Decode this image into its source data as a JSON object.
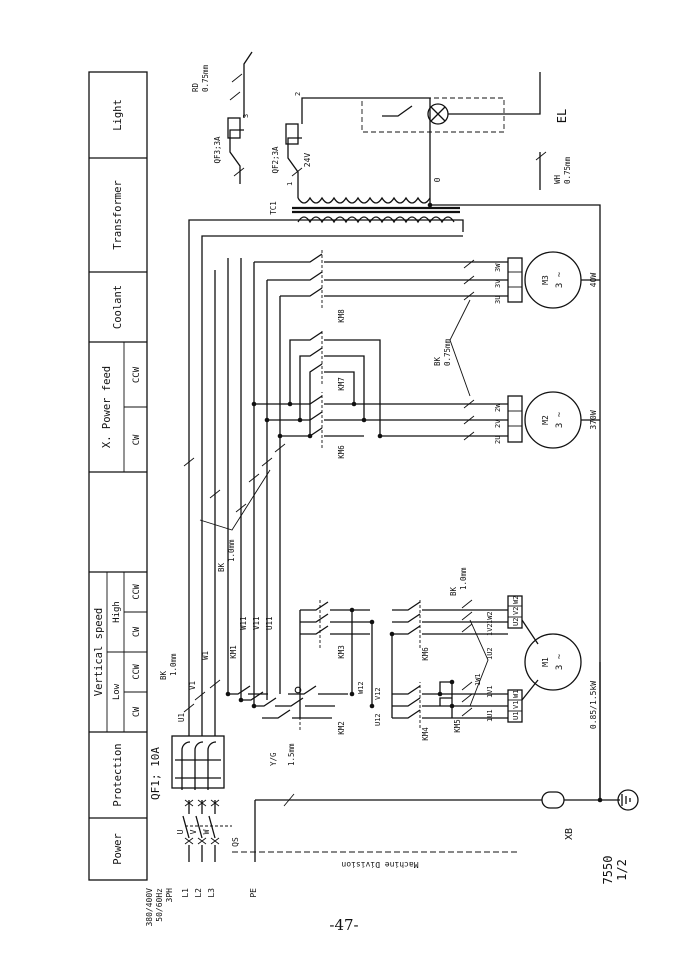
{
  "header_sections": [
    "Power",
    "Protection",
    "Vertical speed",
    "X. Power feed",
    "Coolant",
    "Transformer",
    "Light"
  ],
  "vertical_speed": {
    "low": "Low",
    "high": "High",
    "cw": "CW",
    "ccw": "CCW"
  },
  "power_feed": {
    "cw": "CW",
    "ccw": "CCW"
  },
  "supply": {
    "voltage": "380/400V",
    "frequency": "50/60Hz",
    "phase": "3PH"
  },
  "lines": [
    "L1",
    "L2",
    "L3"
  ],
  "pe": "PE",
  "phases": [
    "U",
    "V",
    "W"
  ],
  "qs": "QS",
  "qf1": "QF1; 10A",
  "yg_wire": "Y/G",
  "yg_size": "1.5mm",
  "machine_division": "Machine Division",
  "xb": "XB",
  "drawing_no": "7550",
  "sheet": "1/2",
  "page_number": "-47-",
  "wires": {
    "bk": "BK",
    "size_10": "1.0mm",
    "size_075": "0.75mm",
    "rd": "RD",
    "wh": "WH",
    "terminals_left": [
      "U1",
      "V1",
      "W1"
    ],
    "terminals_mid": [
      "U11",
      "V11",
      "W11"
    ],
    "motor1_links": [
      "U12",
      "V12",
      "W12"
    ]
  },
  "contactors": [
    "KM1",
    "KM2",
    "KM3",
    "KM4",
    "KM5",
    "KM6",
    "KM7",
    "KM8"
  ],
  "motors": [
    {
      "id": "M1",
      "phase": "3 ~",
      "rating": "0.85/1.5kW",
      "terminals": [
        "U1",
        "V1",
        "W1",
        "U2",
        "V2",
        "W2"
      ],
      "links": [
        "1U1",
        "1V1",
        "1W1",
        "1U2",
        "1V2",
        "1W2"
      ]
    },
    {
      "id": "M2",
      "phase": "3 ~",
      "rating": "370W",
      "terminals": [
        "2U",
        "2V",
        "2W"
      ]
    },
    {
      "id": "M3",
      "phase": "3 ~",
      "rating": "40W",
      "terminals": [
        "3U",
        "3V",
        "3W"
      ]
    }
  ],
  "transformer": {
    "id": "TC1",
    "v24": "24V",
    "zero": "0"
  },
  "fuses": {
    "qf2": "QF2;3A",
    "qf3": "QF3;3A",
    "n1": "1",
    "n2": "2",
    "n3": "3"
  },
  "light": "EL"
}
